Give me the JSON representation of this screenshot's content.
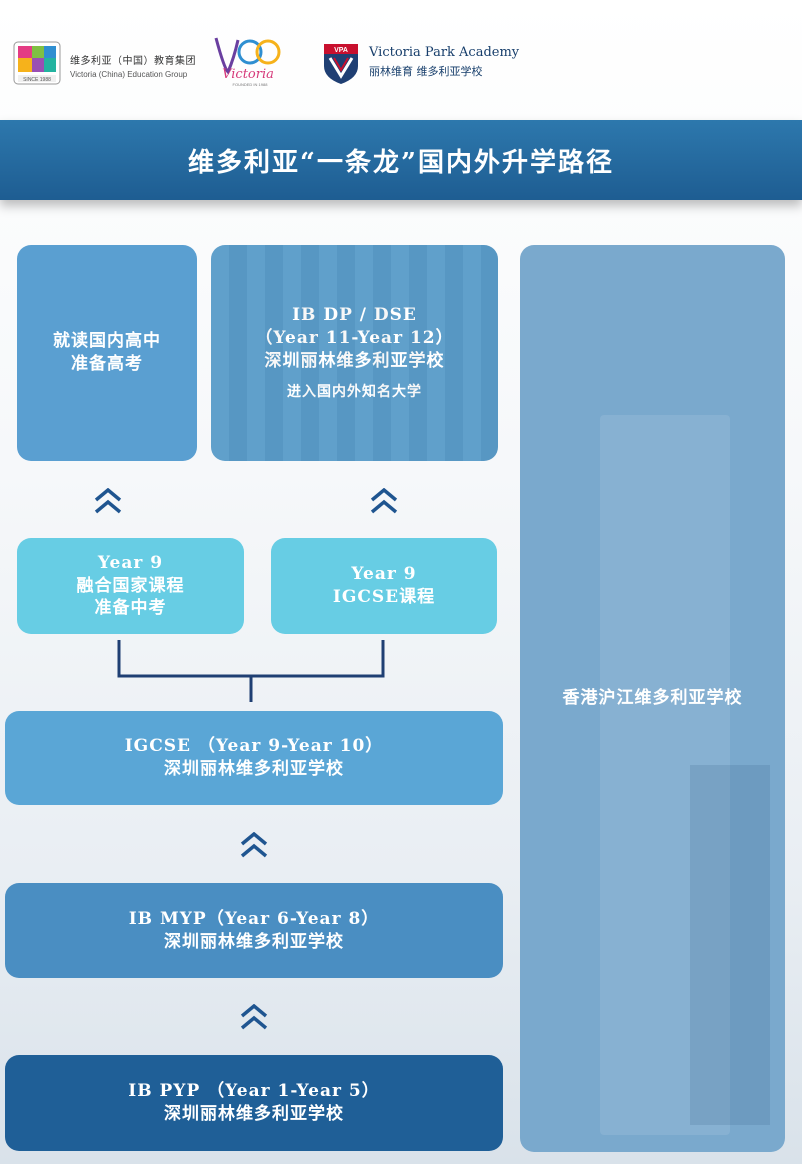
{
  "header": {
    "logo_a": {
      "cn": "维多利亚（中国）教育集团",
      "en": "Victoria (China) Education Group",
      "badge_text": "SINCE 1988"
    },
    "logo_b": {
      "text": "Victoria",
      "sub": "FOUNDED IN 1988"
    },
    "logo_c": {
      "badge": "VPA",
      "en": "Victoria Park Academy",
      "cn": "丽林维育  维多利亚学校"
    }
  },
  "title": "维多利亚“一条龙”国内外升学路径",
  "boxes": {
    "gaokao": {
      "line1": "就读国内高中",
      "line2": "准备高考"
    },
    "dp": {
      "line1": "IB DP / DSE",
      "line2": "（Year 11-Year 12）",
      "line3": "深圳丽林维多利亚学校",
      "note": "进入国内外知名大学"
    },
    "hk": {
      "label": "香港沪江维多利亚学校"
    },
    "zhongkao": {
      "line1": "Year 9",
      "line2": "融合国家课程",
      "line3": "准备中考"
    },
    "igcse_course": {
      "line1": "Year 9",
      "line2": "IGCSE课程"
    },
    "igcse": {
      "line1": "IGCSE （Year 9-Year 10）",
      "line2": "深圳丽林维多利亚学校"
    },
    "myp": {
      "line1": "IB MYP（Year 6-Year 8）",
      "line2": "深圳丽林维多利亚学校"
    },
    "pyp": {
      "line1": "IB PYP （Year 1-Year 5）",
      "line2": "深圳丽林维多利亚学校"
    }
  },
  "colors": {
    "title_bar": "#2d78ad",
    "chevron": "#1f5590",
    "cyan_box": "#67cde4",
    "pyp_box": "#1f5f97"
  },
  "icons": [
    "double-chevron-up-icon"
  ]
}
